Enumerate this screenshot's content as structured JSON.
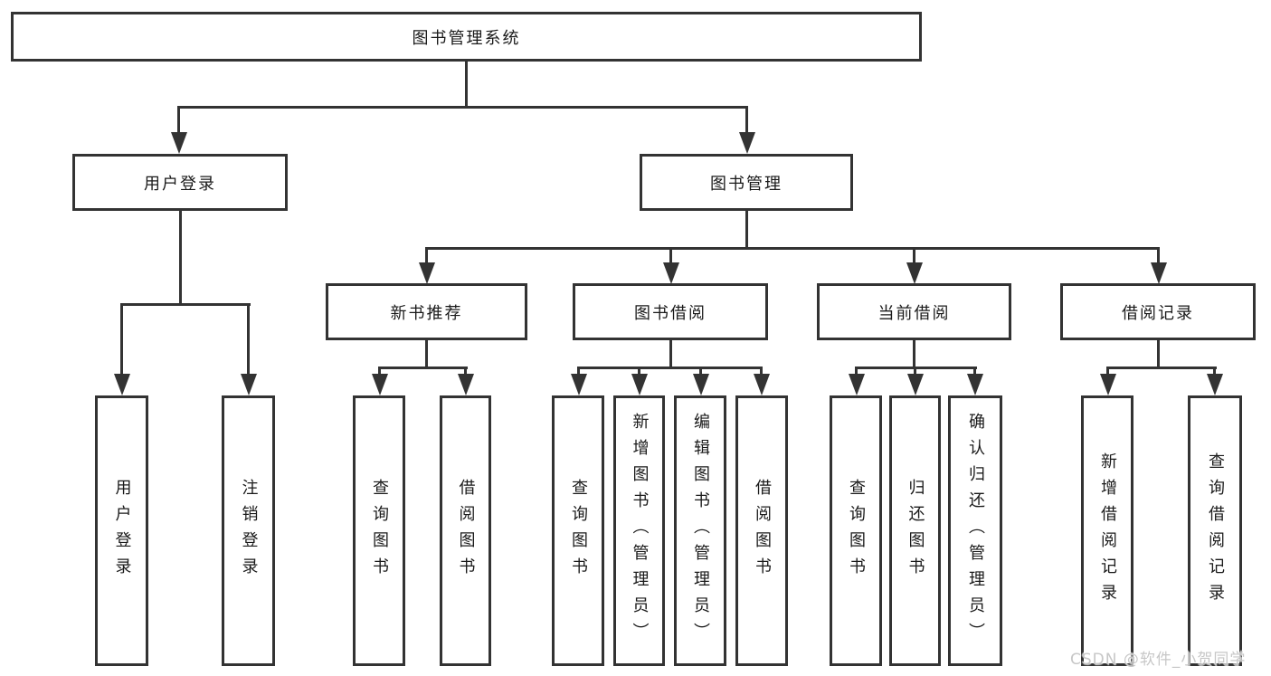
{
  "tree": {
    "root": {
      "label": "图书管理系统"
    },
    "branches": [
      {
        "label": "用户登录",
        "children": [
          {
            "label": "用户登录"
          },
          {
            "label": "注销登录"
          }
        ]
      },
      {
        "label": "图书管理",
        "children": [
          {
            "label": "新书推荐",
            "children": [
              {
                "label": "查询图书"
              },
              {
                "label": "借阅图书"
              }
            ]
          },
          {
            "label": "图书借阅",
            "children": [
              {
                "label": "查询图书"
              },
              {
                "label": "新增图书（管理员）"
              },
              {
                "label": "编辑图书（管理员）"
              },
              {
                "label": "借阅图书"
              }
            ]
          },
          {
            "label": "当前借阅",
            "children": [
              {
                "label": "查询图书"
              },
              {
                "label": "归还图书"
              },
              {
                "label": "确认归还（管理员）"
              }
            ]
          },
          {
            "label": "借阅记录",
            "children": [
              {
                "label": "新增借阅记录"
              },
              {
                "label": "查询借阅记录"
              }
            ]
          }
        ]
      }
    ]
  },
  "watermark": {
    "text": "CSDN @软件_小贺同学"
  },
  "colors": {
    "line": "#333333",
    "box_border": "#333333",
    "text": "#1a1a1a",
    "background": "#ffffff",
    "watermark": "#c7c7c7"
  }
}
